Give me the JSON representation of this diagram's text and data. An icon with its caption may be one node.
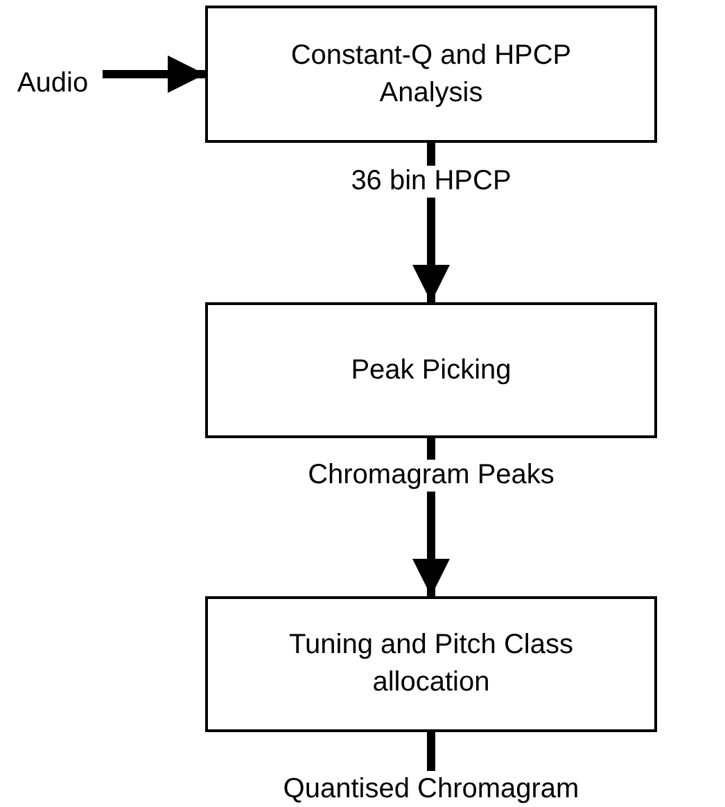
{
  "diagram": {
    "nodes": [
      {
        "text": [
          "Audio"
        ]
      },
      {
        "text": [
          "Constant-Q and HPCP Analysis"
        ]
      },
      {
        "text": [
          "Peak Picking"
        ]
      },
      {
        "text": [
          "Tuning and Pitch Class allocation"
        ]
      },
      {
        "text": [
          "Quantised Chromagram"
        ]
      }
    ],
    "edges": [
      {
        "from": 0,
        "to": 1,
        "arrow": "to"
      },
      {
        "from": 1,
        "to": 2,
        "arrow": "to",
        "label": "36 bin HPCP"
      },
      {
        "from": 2,
        "to": 3,
        "arrow": "to",
        "label": "Chromagram Peaks"
      },
      {
        "from": 3,
        "to": 4,
        "arrow": "none"
      }
    ]
  }
}
